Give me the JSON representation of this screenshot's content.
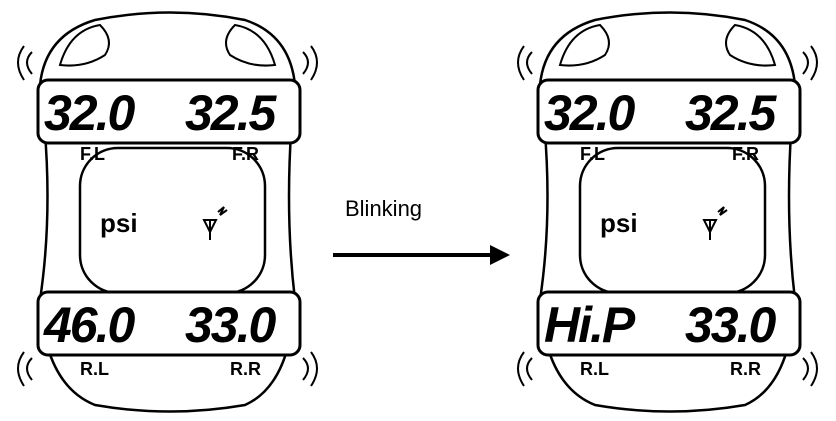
{
  "diagram": {
    "arrow_label": "Blinking",
    "before": {
      "unit": "psi",
      "front_left": {
        "value": "32.0",
        "label": "F.L"
      },
      "front_right": {
        "value": "32.5",
        "label": "F.R"
      },
      "rear_left": {
        "value": "46.0",
        "label": "R.L"
      },
      "rear_right": {
        "value": "33.0",
        "label": "R.R"
      }
    },
    "after": {
      "unit": "psi",
      "front_left": {
        "value": "32.0",
        "label": "F.L"
      },
      "front_right": {
        "value": "32.5",
        "label": "F.R"
      },
      "rear_left": {
        "value": "Hi.P",
        "label": "R.L"
      },
      "rear_right": {
        "value": "33.0",
        "label": "R.R"
      }
    },
    "icons": [
      "signal-antenna-icon",
      "wave-icon",
      "arrow-right-icon"
    ]
  }
}
